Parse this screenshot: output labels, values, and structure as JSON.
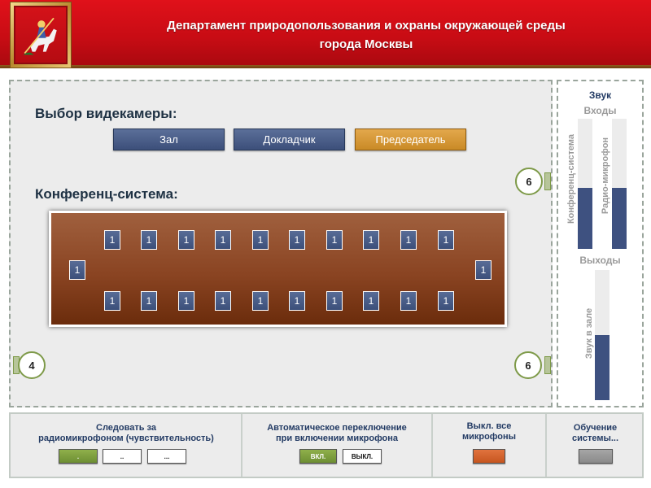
{
  "header": {
    "title_line1": "Департамент природопользования и охраны окружающей среды",
    "title_line2": "города Москвы",
    "emblem_icon": "moscow-coat-of-arms-icon",
    "accent_color": "#c80c14"
  },
  "camera": {
    "label": "Выбор видекамеры:",
    "buttons": [
      {
        "label": "Зал",
        "active": false
      },
      {
        "label": "Докладчик",
        "active": false
      },
      {
        "label": "Председатель",
        "active": true
      }
    ]
  },
  "conference": {
    "label": "Конференц-система:",
    "badges": {
      "top_right": "6",
      "bottom_left": "4",
      "bottom_right": "6"
    },
    "mics_top": [
      "1",
      "1",
      "1",
      "1",
      "1",
      "1",
      "1",
      "1",
      "1",
      "1"
    ],
    "mic_left": "1",
    "mic_right": "1",
    "mics_bottom": [
      "1",
      "1",
      "1",
      "1",
      "1",
      "1",
      "1",
      "1",
      "1",
      "1"
    ]
  },
  "sound": {
    "title": "Звук",
    "inputs_label": "Входы",
    "outputs_label": "Выходы",
    "input_meters": [
      {
        "label": "Конференц-система",
        "level": 0.47
      },
      {
        "label": "Радио-микрофон",
        "level": 0.47
      }
    ],
    "output_meters": [
      {
        "label": "Звук в зале",
        "level": 0.5
      }
    ]
  },
  "bottom": {
    "follow": {
      "label_line1": "Следовать за",
      "label_line2": "радиомикрофоном (чувствительность)",
      "buttons": [
        ".",
        "..",
        "..."
      ]
    },
    "auto": {
      "label_line1": "Автоматическое переключение",
      "label_line2": "при включении микрофона",
      "on_label": "вкл.",
      "off_label": "выкл."
    },
    "mute_all": {
      "label_line1": "Выкл. все",
      "label_line2": "микрофоны"
    },
    "training": {
      "label_line1": "Обучение",
      "label_line2": "системы..."
    }
  }
}
